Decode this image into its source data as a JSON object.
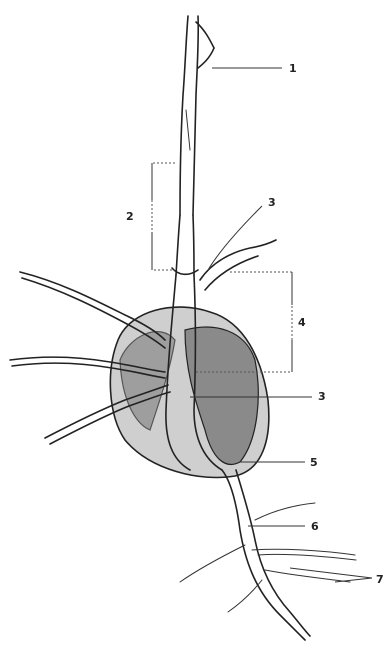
{
  "labels": {
    "l1": "1",
    "l2": "2",
    "l3a": "3",
    "l3b": "3",
    "l4": "4",
    "l5": "5",
    "l6": "6",
    "l7": "7"
  }
}
